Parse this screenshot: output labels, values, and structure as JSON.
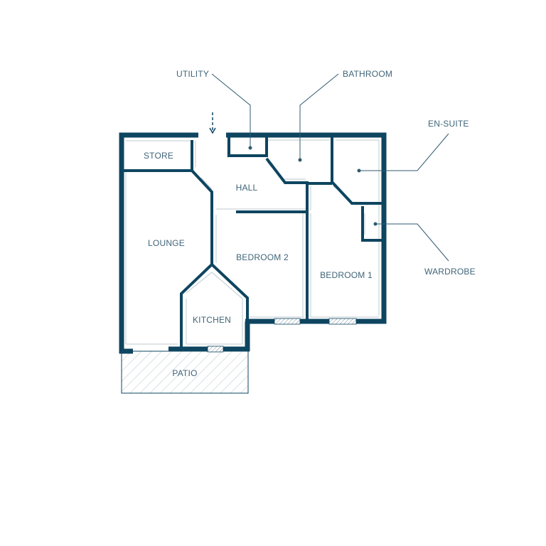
{
  "floorplan": {
    "rooms": {
      "store": "STORE",
      "hall": "HALL",
      "lounge": "LOUNGE",
      "bedroom2": "BEDROOM 2",
      "bedroom1": "BEDROOM 1",
      "kitchen": "KITCHEN",
      "patio": "PATIO"
    },
    "callouts": {
      "utility": "UTILITY",
      "bathroom": "BATHROOM",
      "ensuite": "EN-SUITE",
      "wardrobe": "WARDROBE"
    }
  },
  "colors": {
    "wall": "#0e4560",
    "label": "#3f6478",
    "hatch": "#b9c4ca"
  }
}
